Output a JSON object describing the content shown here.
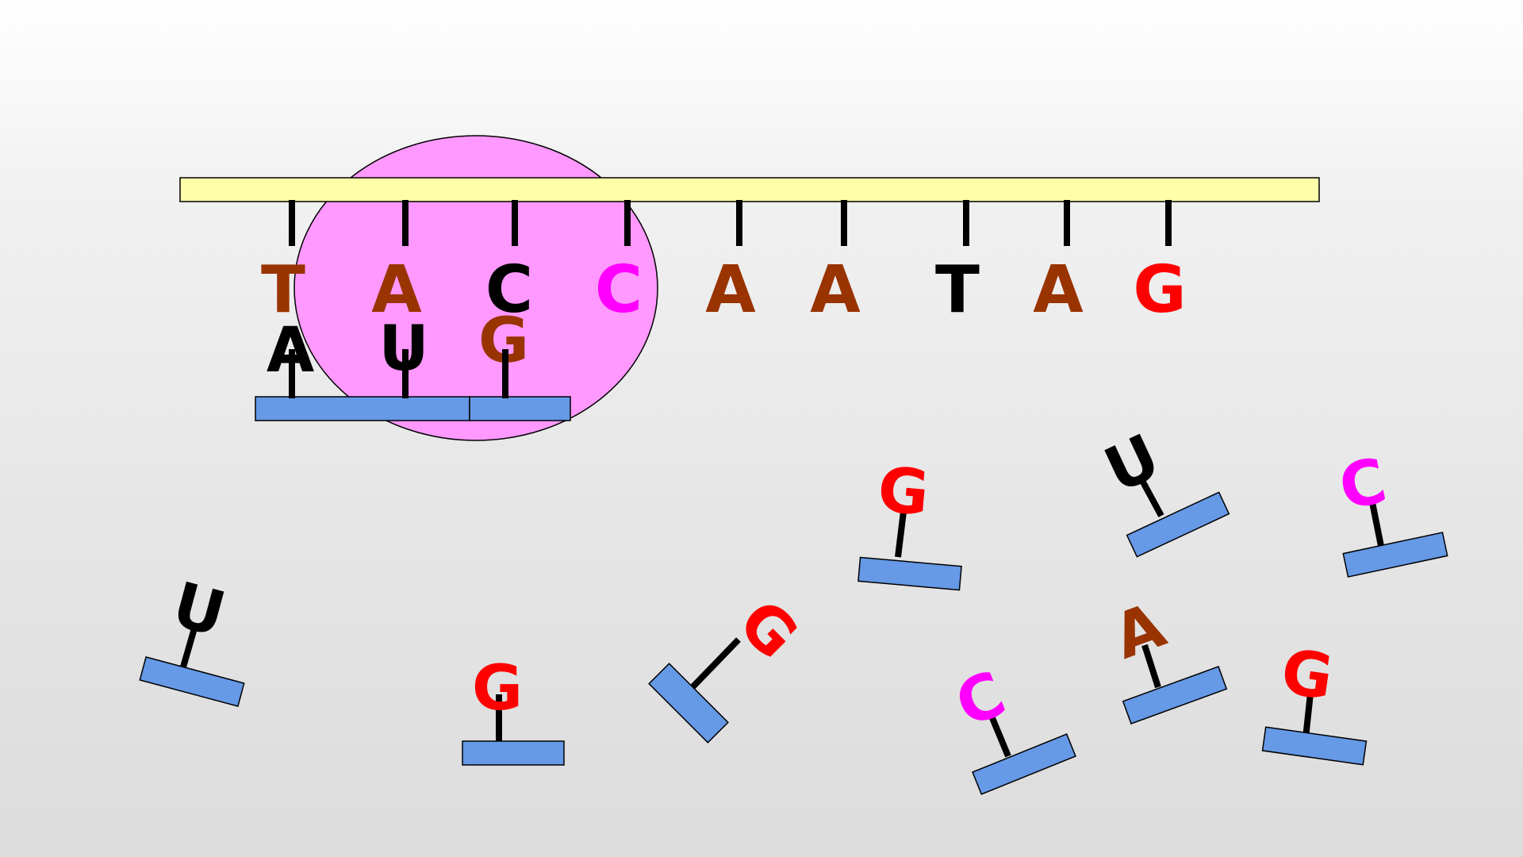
{
  "colors": {
    "strand_fill": "#FFFFAA",
    "ribosome_fill": "#FF99FF",
    "block_fill": "#6699E6",
    "black": "#000000",
    "brown": "#993300",
    "red": "#FF0000",
    "magenta": "#FF00FF"
  },
  "dna_strand": {
    "bases": [
      {
        "letter": "T",
        "color": "brown"
      },
      {
        "letter": "A",
        "color": "brown"
      },
      {
        "letter": "C",
        "color": "black"
      },
      {
        "letter": "C",
        "color": "magenta"
      },
      {
        "letter": "A",
        "color": "brown"
      },
      {
        "letter": "A",
        "color": "brown"
      },
      {
        "letter": "T",
        "color": "black"
      },
      {
        "letter": "A",
        "color": "brown"
      },
      {
        "letter": "G",
        "color": "red"
      }
    ]
  },
  "paired_bases": [
    {
      "letter": "A",
      "color": "black"
    },
    {
      "letter": "U",
      "color": "black"
    },
    {
      "letter": "G",
      "color": "brown"
    }
  ],
  "free_nucleotides": [
    {
      "letter": "U",
      "color": "black"
    },
    {
      "letter": "G",
      "color": "red"
    },
    {
      "letter": "G",
      "color": "red"
    },
    {
      "letter": "G",
      "color": "red"
    },
    {
      "letter": "U",
      "color": "black"
    },
    {
      "letter": "C",
      "color": "magenta"
    },
    {
      "letter": "C",
      "color": "magenta"
    },
    {
      "letter": "A",
      "color": "brown"
    },
    {
      "letter": "G",
      "color": "red"
    }
  ]
}
